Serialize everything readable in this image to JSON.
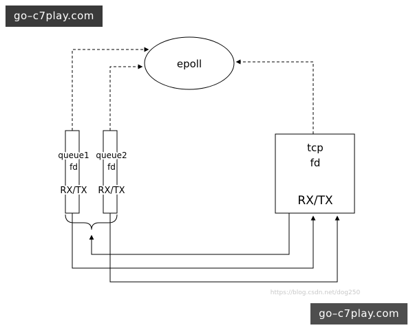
{
  "banners": {
    "top_left": "go–c7play.com",
    "bottom_right": "go–c7play.com"
  },
  "diagram": {
    "epoll": "epoll",
    "queue1": {
      "name": "queue1",
      "fd": "fd",
      "rxtx": "RX/TX"
    },
    "queue2": {
      "name": "queue2",
      "fd": "fd",
      "rxtx": "RX/TX"
    },
    "tcp": {
      "name": "tcp",
      "fd": "fd",
      "rxtx": "RX/TX"
    }
  },
  "watermark": "https://blog.csdn.net/dog250",
  "colors": {
    "background": "#ffffff",
    "line": "#000000",
    "banner_top_bg": "#3a3a3a",
    "banner_bottom_bg": "#4e4e4e",
    "banner_text": "#ffffff",
    "watermark_text": "#c9c9c9"
  }
}
